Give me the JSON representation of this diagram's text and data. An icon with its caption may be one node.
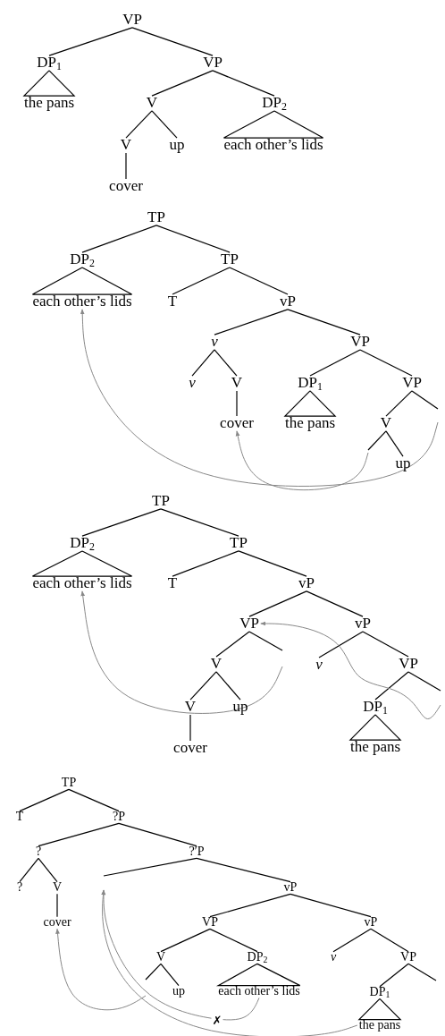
{
  "diagram": {
    "nodes": [
      {
        "text": [
          "VP"
        ]
      },
      {
        "text": [
          "DP$_{1}$"
        ]
      },
      {
        "text": [
          "VP"
        ]
      },
      {
        "text": [
          "the pans"
        ]
      },
      {
        "text": [
          "V"
        ]
      },
      {
        "text": [
          "DP$_{2}$"
        ]
      },
      {
        "text": [
          "V"
        ]
      },
      {
        "text": [
          "up"
        ]
      },
      {
        "text": [
          "each other’s lids"
        ]
      },
      {
        "text": [
          "cover"
        ]
      },
      {
        "text": [
          "TP"
        ]
      },
      {
        "text": [
          "DP$_{2}$"
        ]
      },
      {
        "text": [
          "TP"
        ]
      },
      {
        "text": [
          "each other’s lids"
        ]
      },
      {
        "text": [
          "T"
        ]
      },
      {
        "text": [
          "vP"
        ]
      },
      {
        "text": [
          "v"
        ]
      },
      {
        "text": [
          "VP"
        ]
      },
      {
        "text": [
          "v"
        ]
      },
      {
        "text": [
          "V"
        ]
      },
      {
        "text": [
          "DP$_{1}$"
        ]
      },
      {
        "text": [
          "VP"
        ]
      },
      {
        "text": [
          "cover"
        ]
      },
      {
        "text": [
          "the pans"
        ]
      },
      {
        "text": [
          "V"
        ]
      },
      {
        "text": [
          "up"
        ]
      },
      {
        "text": [
          "TP"
        ]
      },
      {
        "text": [
          "DP$_{2}$"
        ]
      },
      {
        "text": [
          "TP"
        ]
      },
      {
        "text": [
          "each other’s lids"
        ]
      },
      {
        "text": [
          "T"
        ]
      },
      {
        "text": [
          "vP"
        ]
      },
      {
        "text": [
          "VP"
        ]
      },
      {
        "text": [
          "vP"
        ]
      },
      {
        "text": [
          "V"
        ]
      },
      {
        "text": [
          "v"
        ]
      },
      {
        "text": [
          "VP"
        ]
      },
      {
        "text": [
          "V"
        ]
      },
      {
        "text": [
          "up"
        ]
      },
      {
        "text": [
          "DP$_{1}$"
        ]
      },
      {
        "text": [
          "cover"
        ]
      },
      {
        "text": [
          "the pans"
        ]
      },
      {
        "text": [
          "TP"
        ]
      },
      {
        "text": [
          "T"
        ]
      },
      {
        "text": [
          "?P"
        ]
      },
      {
        "text": [
          "?"
        ]
      },
      {
        "text": [
          "?′P"
        ]
      },
      {
        "text": [
          "?"
        ]
      },
      {
        "text": [
          "V"
        ]
      },
      {
        "text": [
          "vP"
        ]
      },
      {
        "text": [
          "cover"
        ]
      },
      {
        "text": [
          "VP"
        ]
      },
      {
        "text": [
          "vP"
        ]
      },
      {
        "text": [
          "V"
        ]
      },
      {
        "text": [
          "DP$_{2}$"
        ]
      },
      {
        "text": [
          "v"
        ]
      },
      {
        "text": [
          "VP"
        ]
      },
      {
        "text": [
          "up"
        ]
      },
      {
        "text": [
          "each other’s lids"
        ]
      },
      {
        "text": [
          "DP$_{1}$"
        ]
      },
      {
        "text": [
          "the pans"
        ]
      }
    ],
    "edges": [
      {
        "from": 0,
        "to": 1,
        "arrow": "none"
      },
      {
        "from": 0,
        "to": 2,
        "arrow": "none"
      },
      {
        "from": 1,
        "to": 3,
        "arrow": "none"
      },
      {
        "from": 2,
        "to": 4,
        "arrow": "none"
      },
      {
        "from": 2,
        "to": 5,
        "arrow": "none"
      },
      {
        "from": 4,
        "to": 6,
        "arrow": "none"
      },
      {
        "from": 4,
        "to": 7,
        "arrow": "none"
      },
      {
        "from": 5,
        "to": 8,
        "arrow": "none"
      },
      {
        "from": 6,
        "to": 9,
        "arrow": "none"
      },
      {
        "from": 10,
        "to": 11,
        "arrow": "none"
      },
      {
        "from": 10,
        "to": 12,
        "arrow": "none"
      },
      {
        "from": 11,
        "to": 13,
        "arrow": "none"
      },
      {
        "from": 12,
        "to": 14,
        "arrow": "none"
      },
      {
        "from": 12,
        "to": 15,
        "arrow": "none"
      },
      {
        "from": 15,
        "to": 16,
        "arrow": "none"
      },
      {
        "from": 15,
        "to": 17,
        "arrow": "none"
      },
      {
        "from": 16,
        "to": 18,
        "arrow": "none"
      },
      {
        "from": 16,
        "to": 19,
        "arrow": "none"
      },
      {
        "from": 17,
        "to": 20,
        "arrow": "none"
      },
      {
        "from": 17,
        "to": 21,
        "arrow": "none"
      },
      {
        "from": 19,
        "to": 22,
        "arrow": "none"
      },
      {
        "from": 20,
        "to": 23,
        "arrow": "none"
      },
      {
        "from": 21,
        "to": 24,
        "arrow": "none"
      },
      {
        "from": 21,
        "to": null,
        "arrow": "none"
      },
      {
        "from": 24,
        "to": null,
        "arrow": "none"
      },
      {
        "from": 24,
        "to": 25,
        "arrow": "none"
      },
      {
        "from": null,
        "to": 13,
        "arrow": "to",
        "color": "#888888"
      },
      {
        "from": null,
        "to": 22,
        "arrow": "to",
        "color": "#888888"
      },
      {
        "from": 26,
        "to": 27,
        "arrow": "none"
      },
      {
        "from": 26,
        "to": 28,
        "arrow": "none"
      },
      {
        "from": 27,
        "to": 29,
        "arrow": "none"
      },
      {
        "from": 28,
        "to": 30,
        "arrow": "none"
      },
      {
        "from": 28,
        "to": 31,
        "arrow": "none"
      },
      {
        "from": 31,
        "to": 32,
        "arrow": "none"
      },
      {
        "from": 31,
        "to": 33,
        "arrow": "none"
      },
      {
        "from": 32,
        "to": 34,
        "arrow": "none"
      },
      {
        "from": 32,
        "to": null,
        "arrow": "none"
      },
      {
        "from": 33,
        "to": 35,
        "arrow": "none"
      },
      {
        "from": 33,
        "to": 36,
        "arrow": "none"
      },
      {
        "from": 34,
        "to": 37,
        "arrow": "none"
      },
      {
        "from": 34,
        "to": 38,
        "arrow": "none"
      },
      {
        "from": 36,
        "to": 39,
        "arrow": "none"
      },
      {
        "from": 36,
        "to": null,
        "arrow": "none"
      },
      {
        "from": 37,
        "to": 40,
        "arrow": "none"
      },
      {
        "from": 39,
        "to": 41,
        "arrow": "none"
      },
      {
        "from": null,
        "to": 29,
        "arrow": "to",
        "color": "#888888"
      },
      {
        "from": null,
        "to": 32,
        "arrow": "to",
        "color": "#888888"
      },
      {
        "from": 42,
        "to": 43,
        "arrow": "none"
      },
      {
        "from": 42,
        "to": 44,
        "arrow": "none"
      },
      {
        "from": 44,
        "to": 45,
        "arrow": "none"
      },
      {
        "from": 44,
        "to": 46,
        "arrow": "none"
      },
      {
        "from": 45,
        "to": 47,
        "arrow": "none"
      },
      {
        "from": 45,
        "to": 48,
        "arrow": "none"
      },
      {
        "from": 46,
        "to": null,
        "arrow": "none"
      },
      {
        "from": 46,
        "to": 49,
        "arrow": "none"
      },
      {
        "from": 48,
        "to": 50,
        "arrow": "none"
      },
      {
        "from": 49,
        "to": 51,
        "arrow": "none"
      },
      {
        "from": 49,
        "to": 52,
        "arrow": "none"
      },
      {
        "from": 51,
        "to": 53,
        "arrow": "none"
      },
      {
        "from": 51,
        "to": 54,
        "arrow": "none"
      },
      {
        "from": 52,
        "to": 55,
        "arrow": "none"
      },
      {
        "from": 52,
        "to": 56,
        "arrow": "none"
      },
      {
        "from": 53,
        "to": null,
        "arrow": "none"
      },
      {
        "from": 53,
        "to": 57,
        "arrow": "none"
      },
      {
        "from": 54,
        "to": 58,
        "arrow": "none"
      },
      {
        "from": 56,
        "to": 59,
        "arrow": "none"
      },
      {
        "from": 56,
        "to": null,
        "arrow": "none"
      },
      {
        "from": 59,
        "to": 60,
        "arrow": "none"
      },
      {
        "from": null,
        "to": 50,
        "arrow": "to",
        "color": "#888888"
      },
      {
        "from": 58,
        "to": null,
        "arrow": "to",
        "label": "✗",
        "color": "#888888"
      },
      {
        "from": 60,
        "to": null,
        "arrow": "to",
        "color": "#888888"
      }
    ]
  }
}
